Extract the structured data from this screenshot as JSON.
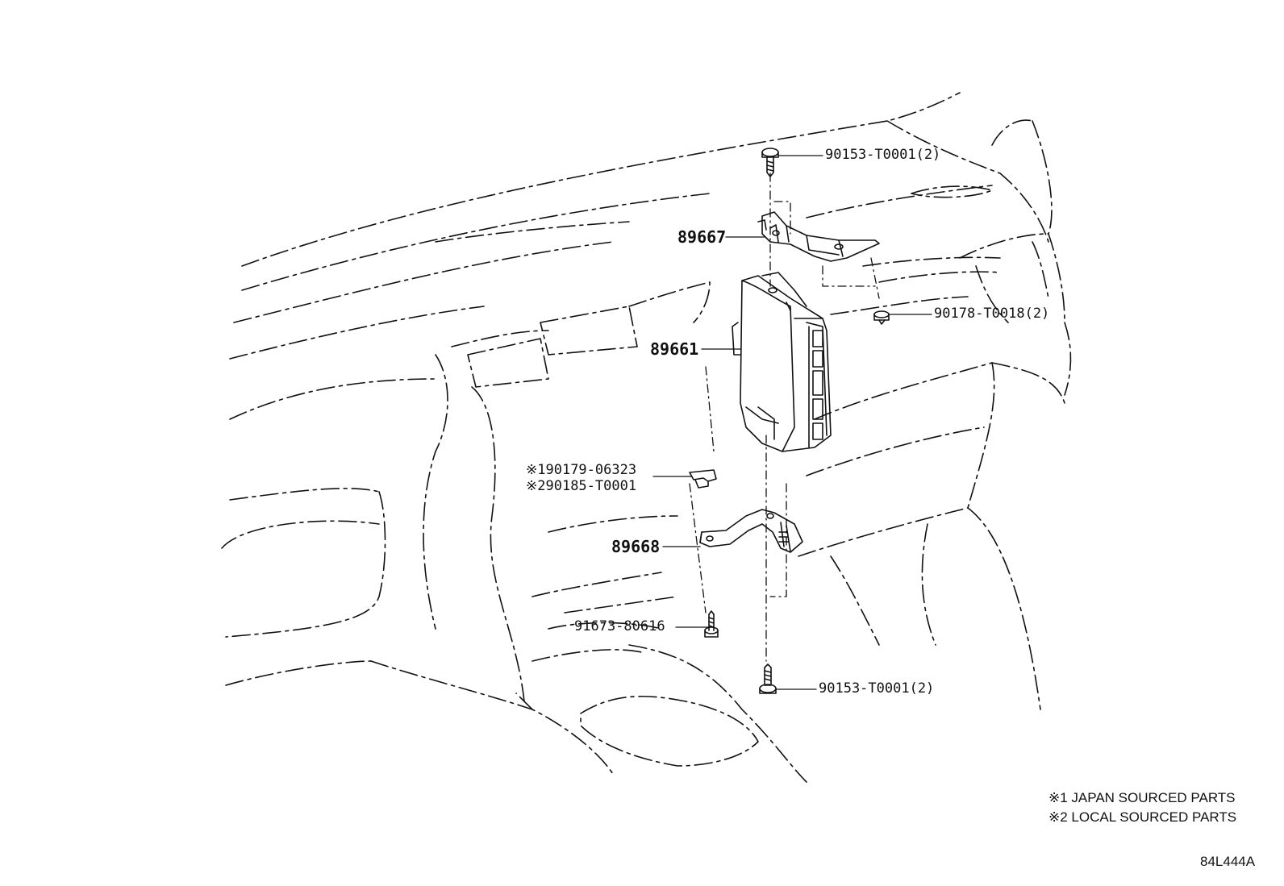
{
  "callouts": {
    "bolt_top": "90153-T0001(2)",
    "bracket_upper": "89667",
    "nut": "90178-T0018(2)",
    "ecu": "89661",
    "clip_japan_mark": "※1",
    "clip_japan": "90179-06323",
    "clip_local_mark": "※2",
    "clip_local": "90185-T0001",
    "bracket_lower": "89668",
    "screw": "91673-80616",
    "bolt_bottom": "90153-T0001(2)"
  },
  "notes": [
    "※1 JAPAN SOURCED PARTS",
    "※2 LOCAL SOURCED PARTS"
  ],
  "diagram_code": "84L444A"
}
